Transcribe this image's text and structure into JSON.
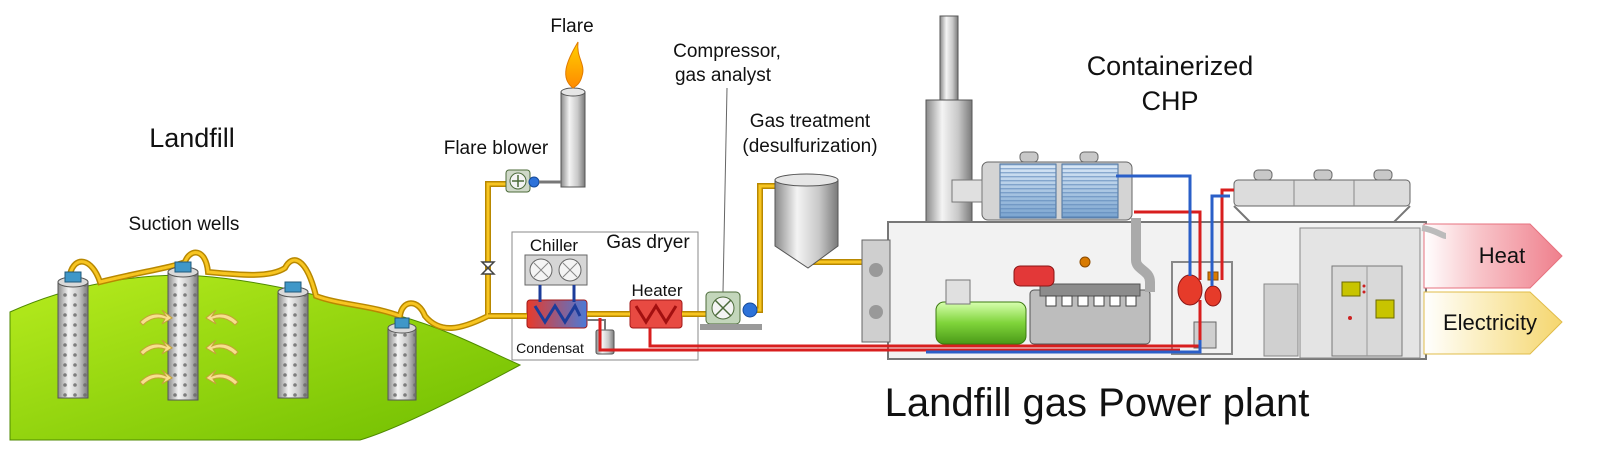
{
  "labels": {
    "landfill": "Landfill",
    "suction_wells": "Suction wells",
    "flare": "Flare",
    "flare_blower": "Flare blower",
    "compressor_line1": "Compressor,",
    "compressor_line2": "gas analyst",
    "gas_treatment_line1": "Gas treatment",
    "gas_treatment_line2": "(desulfurization)",
    "chp_line1": "Containerized",
    "chp_line2": "CHP",
    "chiller": "Chiller",
    "gas_dryer": "Gas dryer",
    "heater": "Heater",
    "condensat": "Condensat",
    "heat": "Heat",
    "electricity": "Electricity",
    "plant_title": "Landfill gas Power plant"
  },
  "colors": {
    "landfill_green": "#8fd100",
    "gas_pipe": "#f0b400",
    "hot_pipe": "#d81e1e",
    "cold_pipe": "#2a5fc8",
    "heat_arrow": "#f4a0a8",
    "electricity_arrow": "#f7e39a",
    "machine_gray": "#cfcfcf"
  },
  "icons": {
    "flare_flame": "flame-icon",
    "blower": "fan-icon",
    "chiller_fans": "fan-icon",
    "heat_exchanger": "zigzag-coil-icon"
  }
}
